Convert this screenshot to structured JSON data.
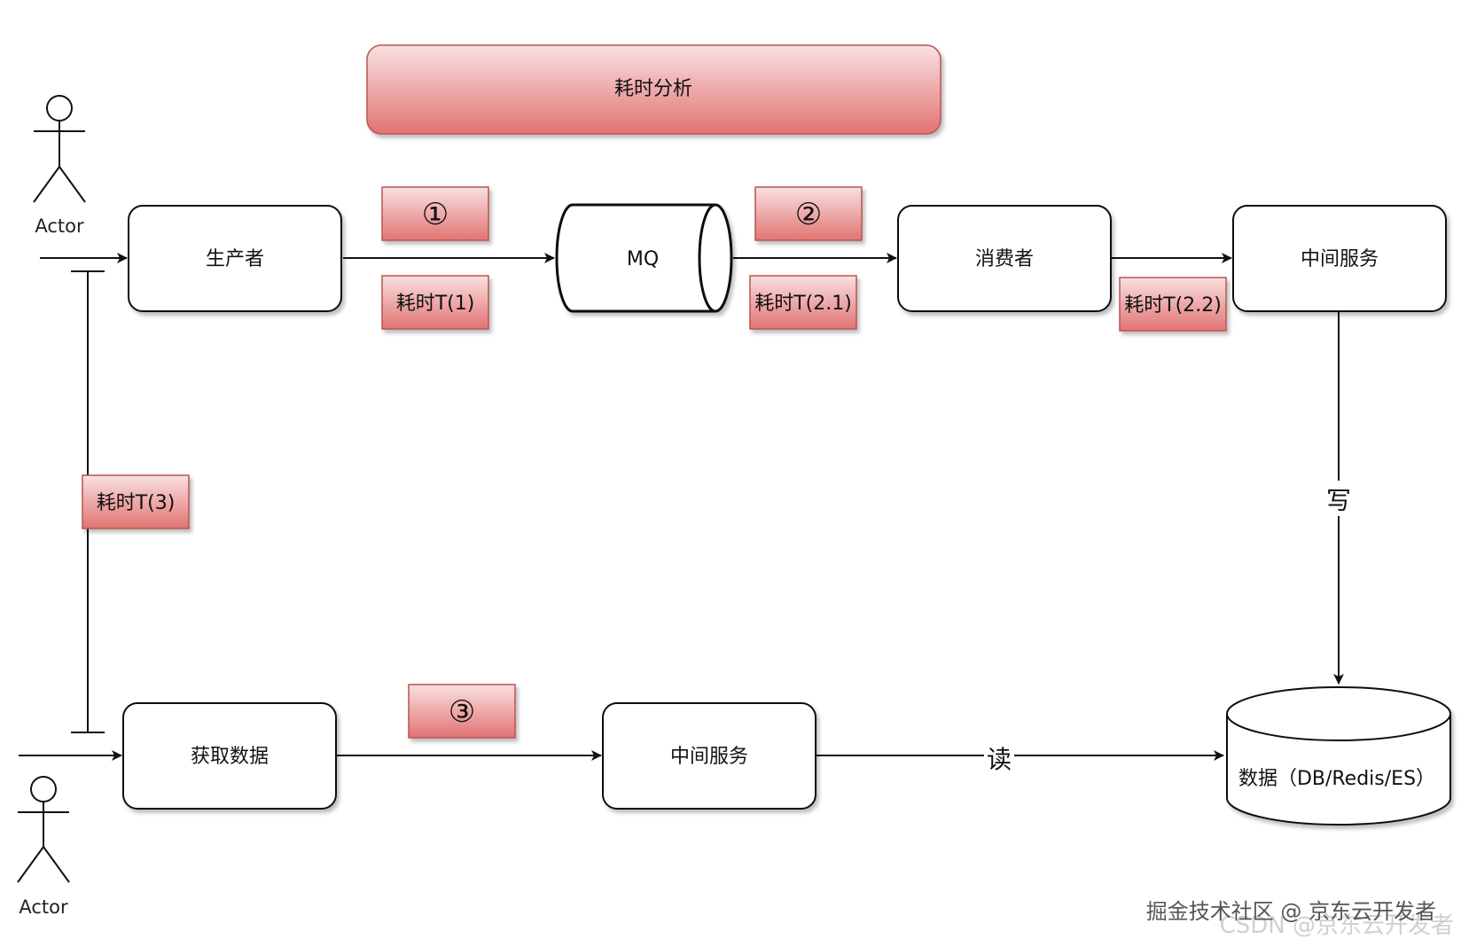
{
  "title": "耗时分析",
  "actors": [
    "Actor",
    "Actor"
  ],
  "nodes": {
    "producer": "生产者",
    "mq": "MQ",
    "consumer": "消费者",
    "middle_service_top": "中间服务",
    "fetch_data": "获取数据",
    "middle_service_bottom": "中间服务",
    "datastore": "数据（DB/Redis/ES）"
  },
  "tags": {
    "step1": "①",
    "step2": "②",
    "step3": "③",
    "t1": "耗时T(1)",
    "t21": "耗时T(2.1)",
    "t22": "耗时T(2.2)",
    "t3": "耗时T(3)"
  },
  "edge_labels": {
    "write": "写",
    "read": "读"
  },
  "watermark": {
    "primary": "掘金技术社区 @ 京东云开发者",
    "secondary": "CSDN @京东云开发者"
  },
  "colors": {
    "tag_fill_top": "#f7d6d6",
    "tag_fill_bottom": "#e06c6c",
    "tag_stroke": "#b85450",
    "node_stroke": "#111111"
  }
}
